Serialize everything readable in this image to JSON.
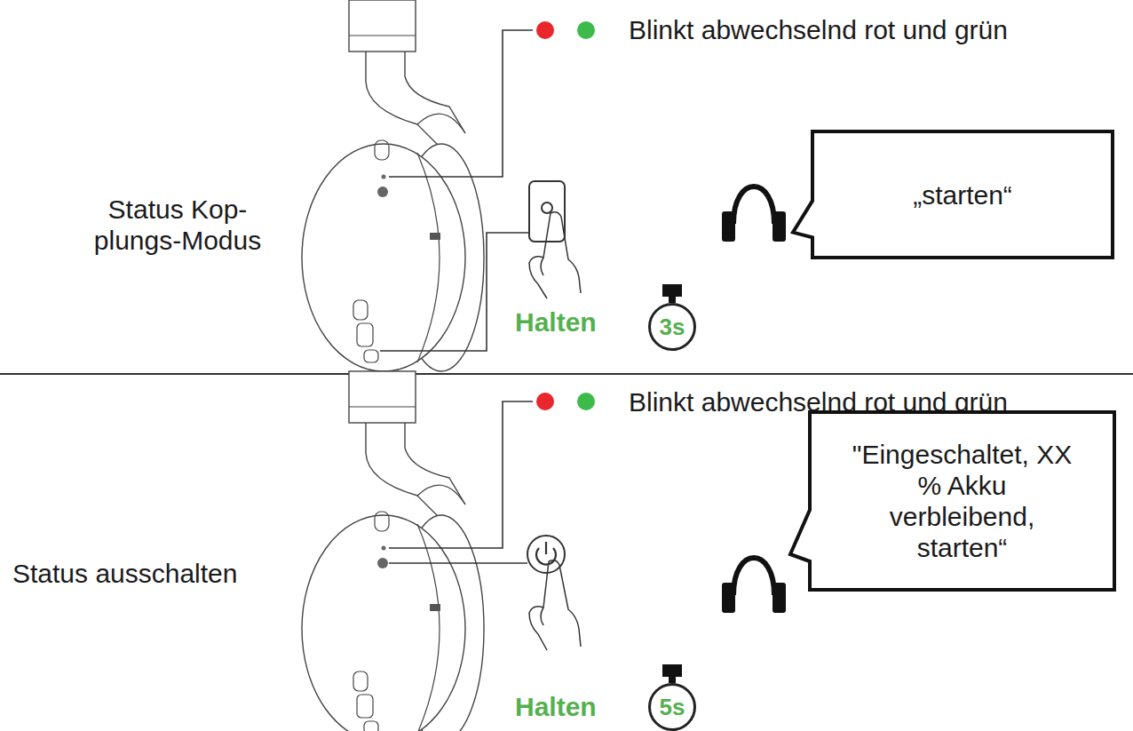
{
  "diagram": {
    "nodes": [
      {
        "text": [
          "„starten“"
        ]
      },
      {
        "text": [
          "3s"
        ]
      },
      {
        "text": [
          "\"Eingeschaltet, XX % Akku verbleibend, starten“"
        ]
      },
      {
        "text": [
          "5s"
        ]
      }
    ],
    "labels": [
      "Blinkt abwechselnd rot und grün",
      "Status Kop- plungs-Modus",
      "Halten",
      "Blinkt abwechselnd rot und grün",
      "Status ausschalten",
      "Halten"
    ]
  }
}
